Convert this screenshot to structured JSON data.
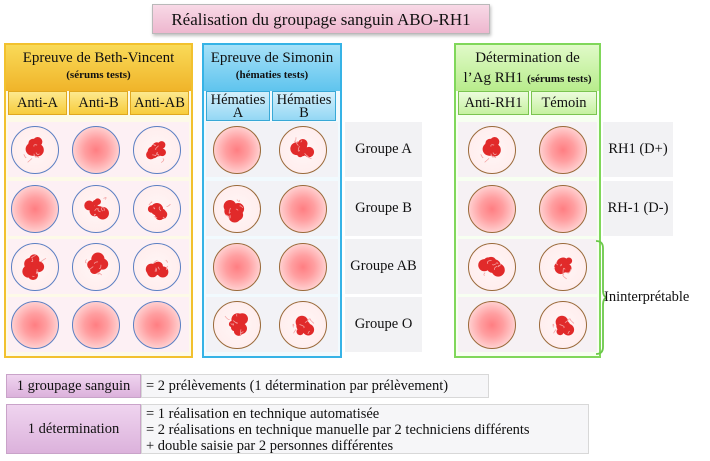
{
  "title": "Réalisation du groupage sanguin ABO-RH1",
  "beth_vincent": {
    "title": "Epreuve de Beth-Vincent",
    "subtitle": "(sérums tests)",
    "columns": [
      "Anti-A",
      "Anti-B",
      "Anti-AB"
    ]
  },
  "simonin": {
    "title": "Epreuve de Simonin",
    "subtitle": "(hématies tests)",
    "columns": [
      {
        "line1": "Hématies",
        "line2": "A"
      },
      {
        "line1": "Hématies",
        "line2": "B"
      }
    ]
  },
  "rh1": {
    "title_line1": "Détermination de",
    "title_line2": "l’Ag RH1",
    "subtitle": "(sérums tests)",
    "columns": [
      "Anti-RH1",
      "Témoin"
    ]
  },
  "groups": [
    "Groupe A",
    "Groupe B",
    "Groupe AB",
    "Groupe O"
  ],
  "rh_rows": [
    "RH1 (D+)",
    "RH-1 (D-)"
  ],
  "ininterpretable": "Ininterprétable",
  "results": {
    "beth_vincent": [
      [
        "agglutination",
        "homogeneous",
        "agglutination"
      ],
      [
        "homogeneous",
        "agglutination",
        "agglutination"
      ],
      [
        "agglutination",
        "agglutination",
        "agglutination"
      ],
      [
        "homogeneous",
        "homogeneous",
        "homogeneous"
      ]
    ],
    "simonin": [
      [
        "homogeneous",
        "agglutination"
      ],
      [
        "agglutination",
        "homogeneous"
      ],
      [
        "homogeneous",
        "homogeneous"
      ],
      [
        "agglutination",
        "agglutination"
      ]
    ],
    "rh1": [
      [
        "agglutination",
        "homogeneous"
      ],
      [
        "homogeneous",
        "homogeneous"
      ],
      [
        "agglutination",
        "agglutination"
      ],
      [
        "homogeneous",
        "agglutination"
      ]
    ]
  },
  "notes": {
    "groupage_label": "1 groupage sanguin",
    "groupage_value": "= 2 prélèvements (1 détermination par prélèvement)",
    "determination_label": "1 détermination",
    "determination_lines": [
      "= 1 réalisation en technique automatisée",
      "= 2 réalisations en technique manuelle par 2 techniciens différents",
      "+ double saisie par 2 personnes différentes"
    ]
  },
  "colors": {
    "beth_vincent_border": "#f2c12e",
    "simonin_border": "#36b3e6",
    "rh1_border": "#80d75a",
    "title_bg": "#eeb7cf",
    "homogeneous": "#ff7e82",
    "agglutination": "#e12a2a"
  }
}
